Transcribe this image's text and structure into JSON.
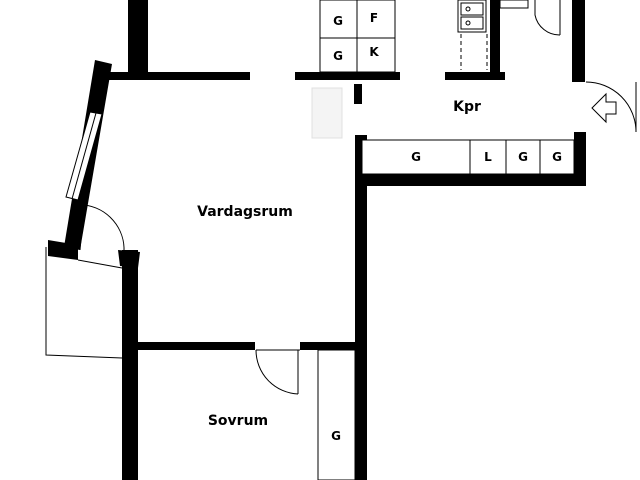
{
  "rooms": {
    "living_room": "Vardagsrum",
    "hallway": "Kpr",
    "bedroom": "Sovrum"
  },
  "fixtures": {
    "kitchen_top_left": "G",
    "kitchen_top_right": "F",
    "kitchen_bottom_left": "G",
    "kitchen_bottom_right": "K",
    "hall_wardrobe_1": "G",
    "hall_wardrobe_linen": "L",
    "hall_wardrobe_2": "G",
    "hall_wardrobe_3": "G",
    "bedroom_wardrobe": "G"
  },
  "colors": {
    "wall": "#000000",
    "background": "#ffffff"
  }
}
